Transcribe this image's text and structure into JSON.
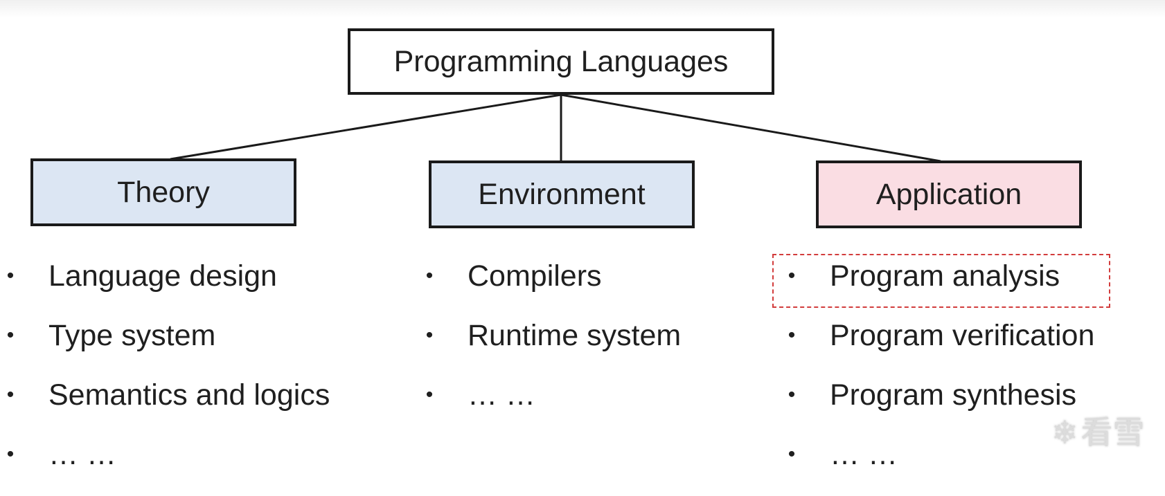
{
  "diagram": {
    "root": "Programming Languages",
    "branches": [
      {
        "title": "Theory",
        "items": [
          "Language design",
          "Type system",
          "Semantics and logics",
          "… …"
        ]
      },
      {
        "title": "Environment",
        "items": [
          "Compilers",
          "Runtime system",
          "… …"
        ]
      },
      {
        "title": "Application",
        "items": [
          "Program analysis",
          "Program verification",
          "Program synthesis",
          "… …"
        ]
      }
    ],
    "bullet": "•"
  },
  "colors": {
    "theory_fill": "#dce6f3",
    "environment_fill": "#dce6f3",
    "application_fill": "#fadde3",
    "highlight_border": "#d23c3c"
  },
  "watermark": {
    "icon": "snowflake-icon",
    "text": "看雪"
  }
}
